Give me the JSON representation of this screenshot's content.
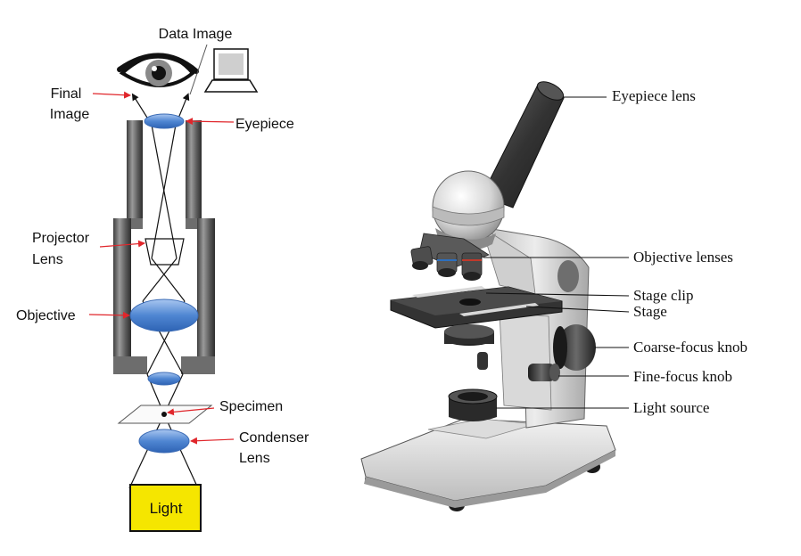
{
  "left_diagram": {
    "labels": {
      "data_image": "Data Image",
      "final_image_line1": "Final",
      "final_image_line2": "Image",
      "eyepiece": "Eyepiece",
      "projector_lens_line1": "Projector",
      "projector_lens_line2": "Lens",
      "objective": "Objective",
      "specimen": "Specimen",
      "condenser_lens_line1": "Condenser",
      "condenser_lens_line2": "Lens",
      "light": "Light"
    },
    "colors": {
      "arrow": "#e0262b",
      "lens": "#5b8fd6",
      "light_box": "#f5e600",
      "tube": "#6d6d6d"
    }
  },
  "right_diagram": {
    "labels": {
      "eyepiece_lens": "Eyepiece lens",
      "objective_lenses": "Objective lenses",
      "stage_clip": "Stage clip",
      "stage": "Stage",
      "coarse_focus_knob": "Coarse-focus knob",
      "fine_focus_knob": "Fine-focus knob",
      "light_source": "Light source"
    }
  }
}
